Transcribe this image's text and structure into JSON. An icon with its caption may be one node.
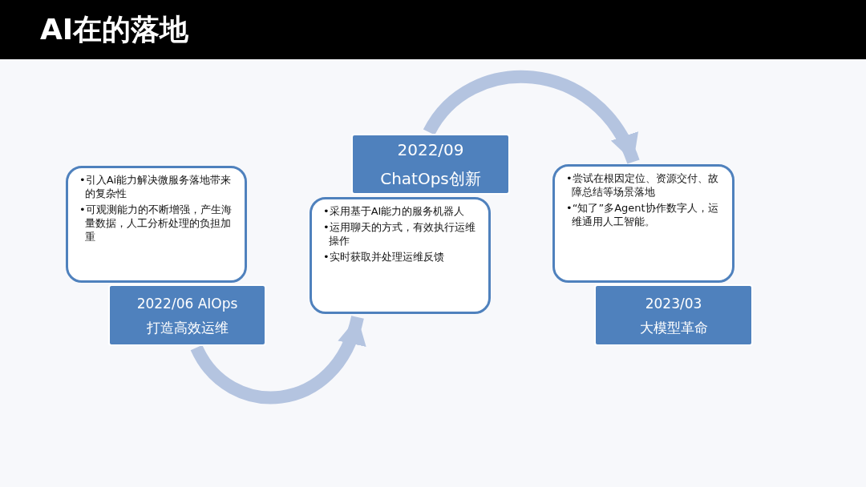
{
  "diagram": {
    "title": "AI在的落地",
    "nodes": [
      {
        "text": [
          "•引入Ai能力解决微服务落地带来的复杂性",
          "•可观测能力的不断增强，产生海量数据，人工分析处理的负担加重"
        ]
      },
      {
        "text": [
          "2022/06 AIOps",
          "打造高效运维"
        ]
      },
      {
        "text": [
          "•采用基于AI能力的服务机器人",
          "•运用聊天的方式，有效执行运维操作",
          "•实时获取并处理运维反馈"
        ]
      },
      {
        "text": [
          "2022/09",
          "ChatOps创新"
        ]
      },
      {
        "text": [
          "•尝试在根因定位、资源交付、故障总结等场景落地",
          "•“知了”多Agent协作数字人，运维通用人工智能。"
        ]
      },
      {
        "text": [
          "2023/03",
          "大模型革命"
        ]
      }
    ],
    "edges": [
      {
        "from": 1,
        "to": 2,
        "arrow": "to"
      },
      {
        "from": 3,
        "to": 4,
        "arrow": "to"
      }
    ]
  }
}
